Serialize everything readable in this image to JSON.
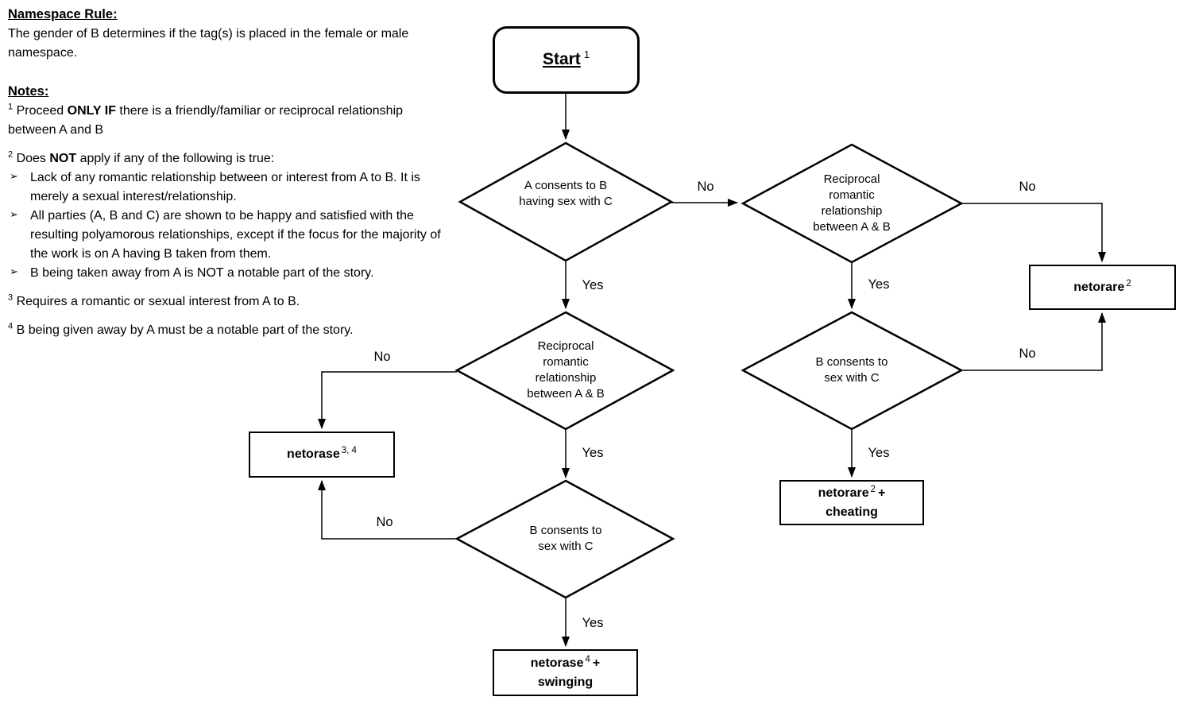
{
  "colors": {
    "background": "#ffffff",
    "line": "#000000",
    "text": "#000000"
  },
  "namespace_rule": {
    "heading": "Namespace Rule:",
    "body": "The gender of B determines if the tag(s) is placed in the female or male namespace."
  },
  "notes": {
    "heading": "Notes:",
    "bullet_marker": "➢",
    "note1": {
      "marker": "1",
      "prefix": "Proceed ",
      "bold": "ONLY IF",
      "suffix": " there is a friendly/familiar or reciprocal relationship between A and B"
    },
    "note2": {
      "marker": "2",
      "prefix": "Does ",
      "bold": "NOT",
      "suffix": " apply if any of the following is true:",
      "bullets": [
        "Lack of any romantic relationship between or interest from A to B. It is merely a sexual interest/relationship.",
        "All parties (A, B and C) are shown to be happy and satisfied with the resulting polyamorous relationships, except if the focus for the majority of the work is on A having B taken from them.",
        "B being taken away from A is NOT a notable part of the story."
      ]
    },
    "note3": {
      "marker": "3",
      "text": "Requires a romantic or sexual interest from A to B."
    },
    "note4": {
      "marker": "4",
      "text": "B being given away by A must be a notable part of the story."
    }
  },
  "flowchart": {
    "start": {
      "label": "Start",
      "sup": "1"
    },
    "decisions": {
      "a_consents": "A consents to B having sex with C",
      "reciprocal_right": "Reciprocal romantic relationship between A & B",
      "reciprocal_left": "Reciprocal romantic relationship between A & B",
      "b_consents_right": "B consents to sex with C",
      "b_consents_left": "B consents to sex with C"
    },
    "outcomes": {
      "netorare": {
        "name": "netorare",
        "sup": "2"
      },
      "netorase": {
        "name": "netorase",
        "sup": "3, 4"
      },
      "netorare_cheating": {
        "name": "netorare",
        "sup": "2",
        "plus": "+",
        "line2": "cheating"
      },
      "netorase_swinging": {
        "name": "netorase",
        "sup": "4",
        "plus": "+",
        "line2": "swinging"
      }
    },
    "edges": {
      "a_consents_no": "No",
      "a_consents_yes": "Yes",
      "reciprocal_right_no": "No",
      "reciprocal_right_yes": "Yes",
      "b_consents_right_no": "No",
      "b_consents_right_yes": "Yes",
      "reciprocal_left_no": "No",
      "reciprocal_left_yes": "Yes",
      "b_consents_left_no": "No",
      "b_consents_left_yes": "Yes"
    }
  }
}
